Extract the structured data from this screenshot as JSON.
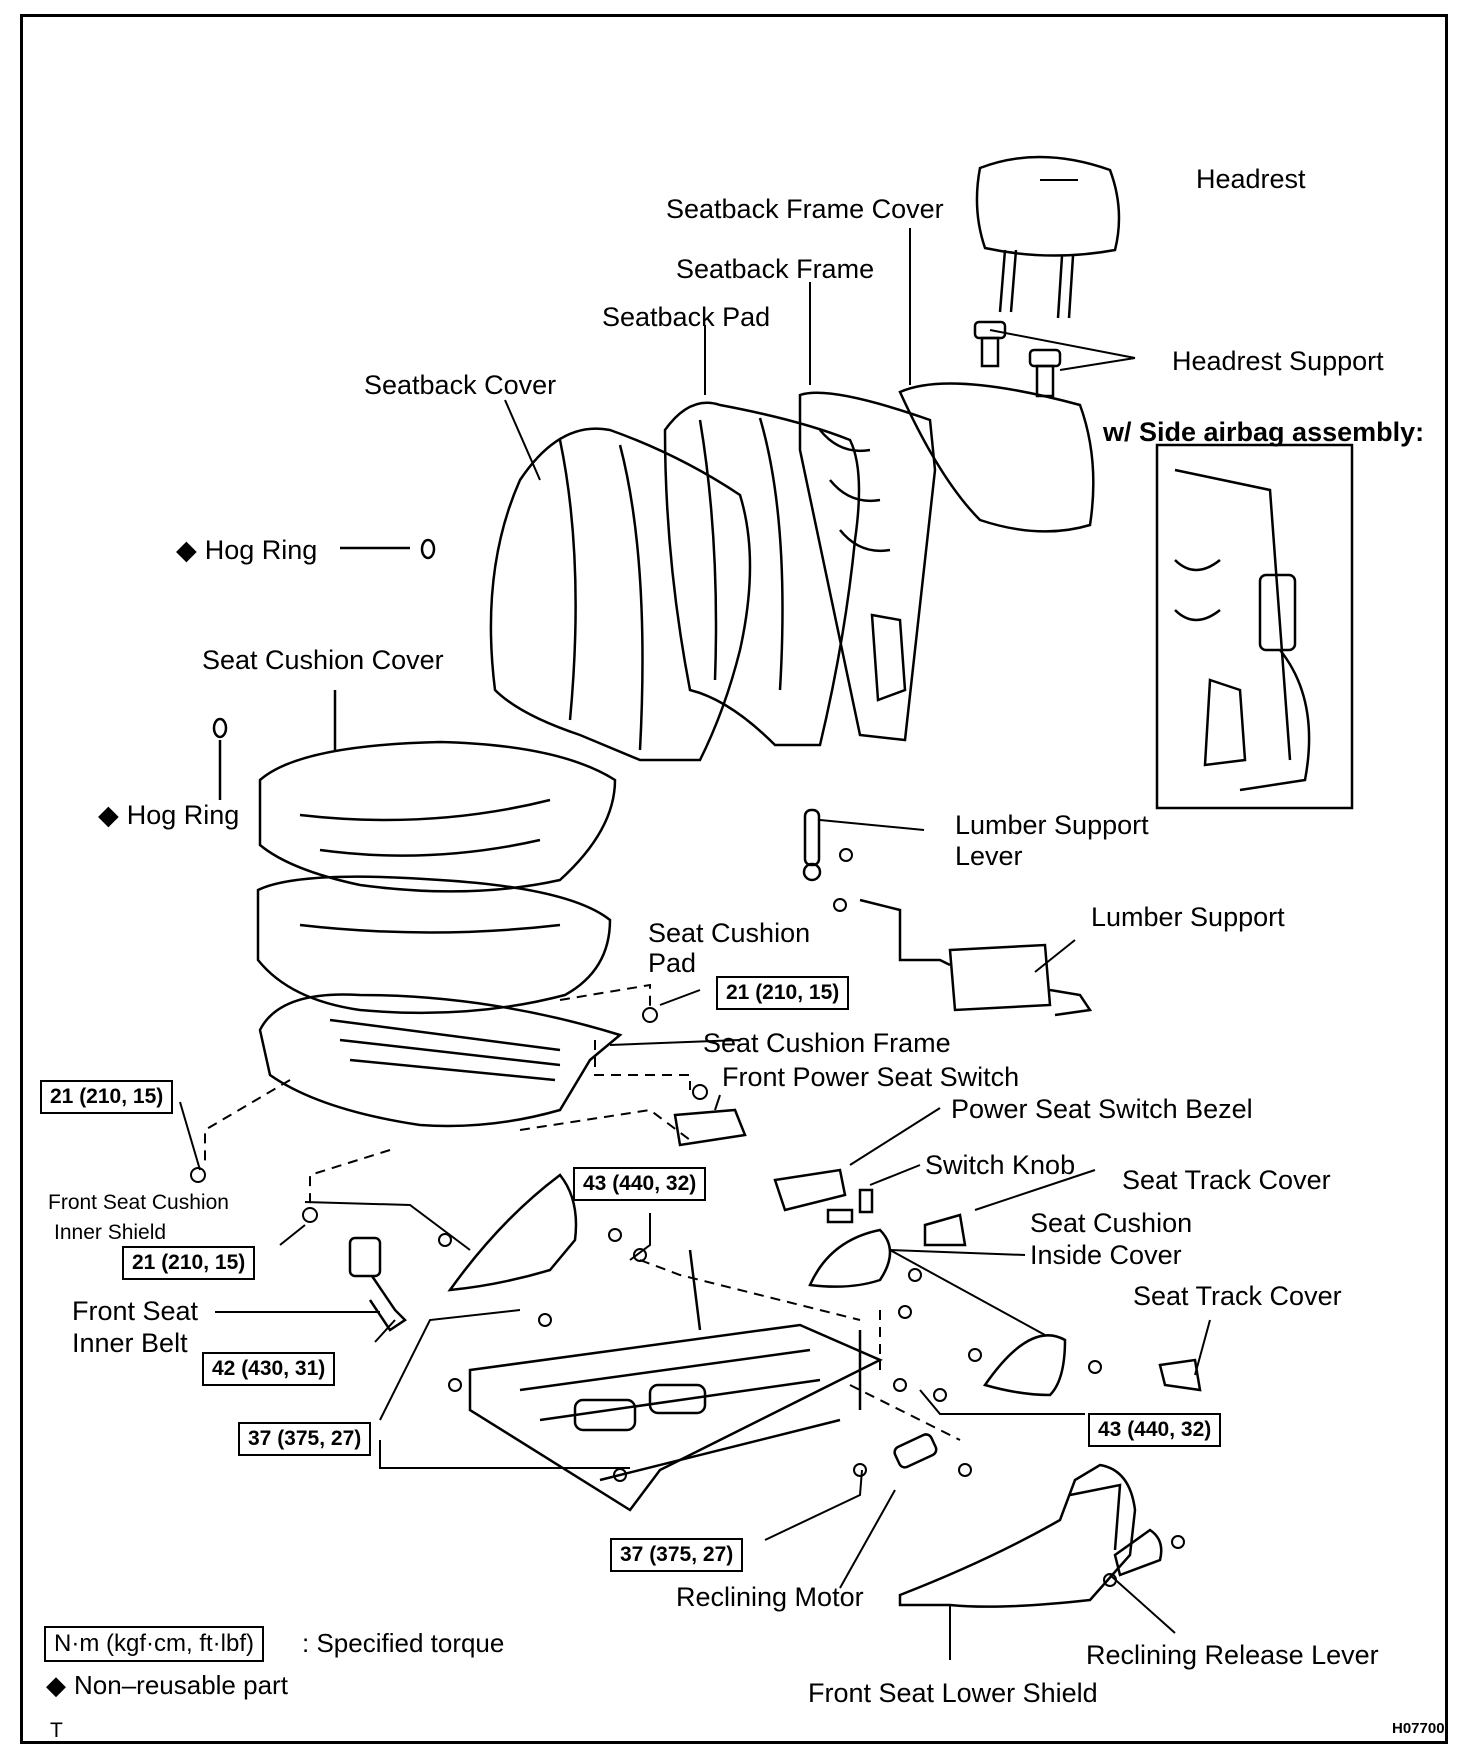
{
  "labels": {
    "headrest": "Headrest",
    "seatback_frame_cover": "Seatback Frame Cover",
    "seatback_frame": "Seatback Frame",
    "seatback_pad": "Seatback Pad",
    "headrest_support": "Headrest Support",
    "seatback_cover": "Seatback Cover",
    "side_airbag": "w/ Side airbag assembly:",
    "hog_ring_upper": "Hog Ring",
    "seat_cushion_cover": "Seat Cushion Cover",
    "hog_ring_lower": "Hog Ring",
    "lumber_support_lever_1": "Lumber Support",
    "lumber_support_lever_2": "Lever",
    "lumber_support": "Lumber Support",
    "seat_cushion_pad_1": "Seat Cushion",
    "seat_cushion_pad_2": "Pad",
    "seat_cushion_frame": "Seat Cushion Frame",
    "front_power_seat_switch": "Front Power Seat Switch",
    "power_seat_switch_bezel": "Power Seat Switch Bezel",
    "switch_knob": "Switch Knob",
    "seat_track_cover_1": "Seat Track Cover",
    "seat_cushion_inside_cover_1": "Seat Cushion",
    "seat_cushion_inside_cover_2": "Inside Cover",
    "seat_track_cover_2": "Seat Track Cover",
    "front_seat_cushion_inner_shield_1": "Front Seat Cushion",
    "front_seat_cushion_inner_shield_2": "Inner Shield",
    "front_seat_inner_belt_1": "Front Seat",
    "front_seat_inner_belt_2": "Inner Belt",
    "reclining_motor": "Reclining Motor",
    "reclining_release_lever": "Reclining Release Lever",
    "front_seat_lower_shield": "Front Seat Lower Shield"
  },
  "torques": {
    "t1": "21 (210, 15)",
    "t2": "21 (210, 15)",
    "t3": "21 (210, 15)",
    "t4": "43 (440, 32)",
    "t5": "42 (430, 31)",
    "t6": "37 (375, 27)",
    "t7": "43 (440, 32)",
    "t8": "37 (375, 27)"
  },
  "legend": {
    "unit_box": "N·m (kgf·cm, ft·lbf)",
    "unit_text": ": Specified torque",
    "nonreusable_symbol": "◆",
    "nonreusable_text": "Non–reusable part",
    "corner_mark": "T",
    "figure_code": "H07700"
  }
}
